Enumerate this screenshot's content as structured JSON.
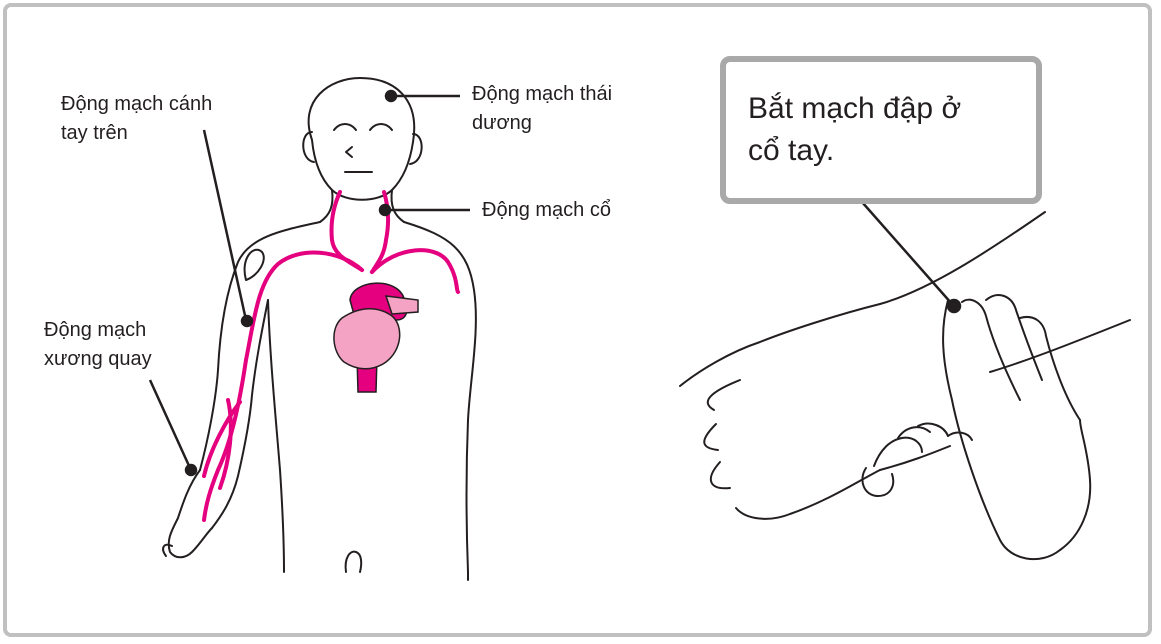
{
  "labels": {
    "temporal_artery": "Động mạch thái\ndương",
    "brachial_artery": "Động mạch cánh\ntay trên",
    "carotid_artery": "Động mạch cổ",
    "radial_artery": "Động mạch\nxương quay"
  },
  "callout": {
    "text": "Bắt mạch đập ở\ncổ tay."
  },
  "colors": {
    "artery": "#e4007f",
    "heart": "#f4a3c4",
    "outline": "#231f20",
    "frame_border": "#c0c0c0",
    "callout_border": "#a9a9a9"
  }
}
